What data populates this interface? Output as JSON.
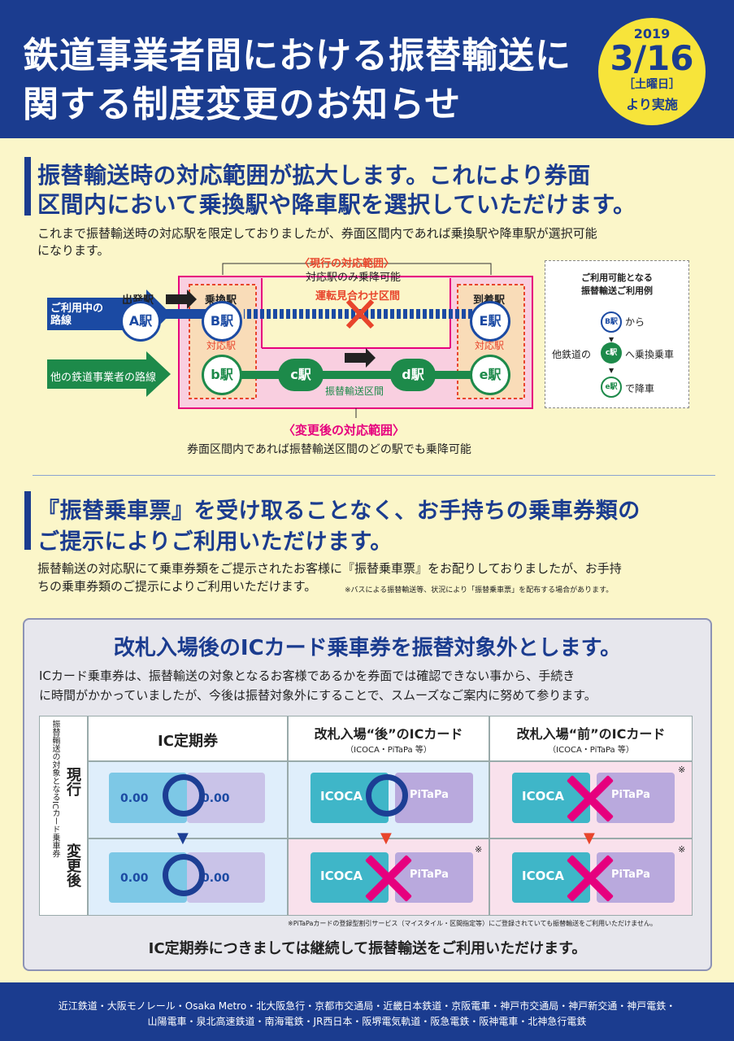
{
  "header": {
    "title_line1": "鉄道事業者間における振替輸送に",
    "title_line2": "関する制度変更のお知らせ",
    "date_year": "2019",
    "date_main": "3/16",
    "date_dow": "［土曜日］",
    "date_from": "より実施"
  },
  "section1": {
    "heading1": "振替輸送時の対応範囲が拡大します。これにより券面",
    "heading2": "区間内において乗換駅や降車駅を選択していただけます。",
    "body1": "これまで振替輸送時の対応駅を限定しておりましたが、券面区間内であれば乗換駅や降車駅が選択可能",
    "body2": "になります。"
  },
  "diagram": {
    "current_range": "〈現行の対応範囲〉",
    "current_note": "対応駅のみ乗降可能",
    "suspended": "運転見合わせ区間",
    "dep_label": "出発駅",
    "transfer_label": "乗換駅",
    "arrival_label": "到着駅",
    "line_in_use": "ご利用中の\n路線",
    "other_line": "他の鉄道事業者の路線",
    "station_A": "A駅",
    "station_B": "B駅",
    "station_E": "E駅",
    "station_b": "b駅",
    "station_c": "c駅",
    "station_d": "d駅",
    "station_e": "e駅",
    "taiou_left": "対応駅",
    "taiou_right": "対応駅",
    "furikae_section": "振替輸送区間",
    "new_range": "〈変更後の対応範囲〉",
    "new_note": "券面区間内であれば振替輸送区間のどの駅でも乗降可能",
    "example_title1": "ご利用可能となる",
    "example_title2": "振替輸送ご利用例",
    "ex_B": "B駅",
    "ex_from": "から",
    "ex_other": "他鉄道の",
    "ex_c": "c駅",
    "ex_transfer": "へ乗換乗車",
    "ex_e": "e駅",
    "ex_alight": "で降車"
  },
  "section2": {
    "heading1": "『振替乗車票』を受け取ることなく、お手持ちの乗車券類の",
    "heading2": "ご提示によりご利用いただけます。",
    "body1": "振替輸送の対応駅にて乗車券類をご提示されたお客様に『振替乗車票』をお配りしておりましたが、お手持",
    "body2": "ちの乗車券類のご提示によりご利用いただけます。",
    "note": "※バスによる振替輸送等、状況により「振替乗車票」を配布する場合があります。"
  },
  "section3": {
    "heading": "改札入場後のICカード乗車券を振替対象外とします。",
    "body1": "ICカード乗車券は、振替輸送の対象となるお客様であるかを券面では確認できない事から、手続き",
    "body2": "に時間がかかっていましたが、今後は振替対象外にすることで、スムーズなご案内に努めて参ります。",
    "side_label": "振替輸送の対象となるICカード乗車券",
    "col1": "IC定期券",
    "col2": "改札入場“後”のICカード",
    "col2_sub": "（ICOCA・PiTaPa 等）",
    "col3": "改札入場“前”のICカード",
    "col3_sub": "（ICOCA・PiTaPa 等）",
    "row1": "現行",
    "row2": "変更後",
    "asterisk": "※",
    "footnote": "※PiTaPaカードの登録型割引サービス（マイスタイル・区間指定等）にご登録されていても振替輸送をご利用いただけません。",
    "closing": "IC定期券につきましては継続して振替輸送をご利用いただけます。",
    "icoca": "ICOCA",
    "pitapa": "PiTaPa",
    "pass_amount": "0.00"
  },
  "footer": {
    "line1": "近江鉄道・大阪モノレール・Osaka Metro・北大阪急行・京都市交通局・近畿日本鉄道・京阪電車・神戸市交通局・神戸新交通・神戸電鉄・",
    "line2": "山陽電車・泉北高速鉄道・南海電鉄・JR西日本・阪堺電気軌道・阪急電鉄・阪神電車・北神急行電鉄"
  },
  "colors": {
    "navy": "#1b3c8f",
    "yellow": "#f7e43a",
    "green": "#1d8a4a",
    "magenta": "#e6007e",
    "orange_red": "#e8452c"
  }
}
